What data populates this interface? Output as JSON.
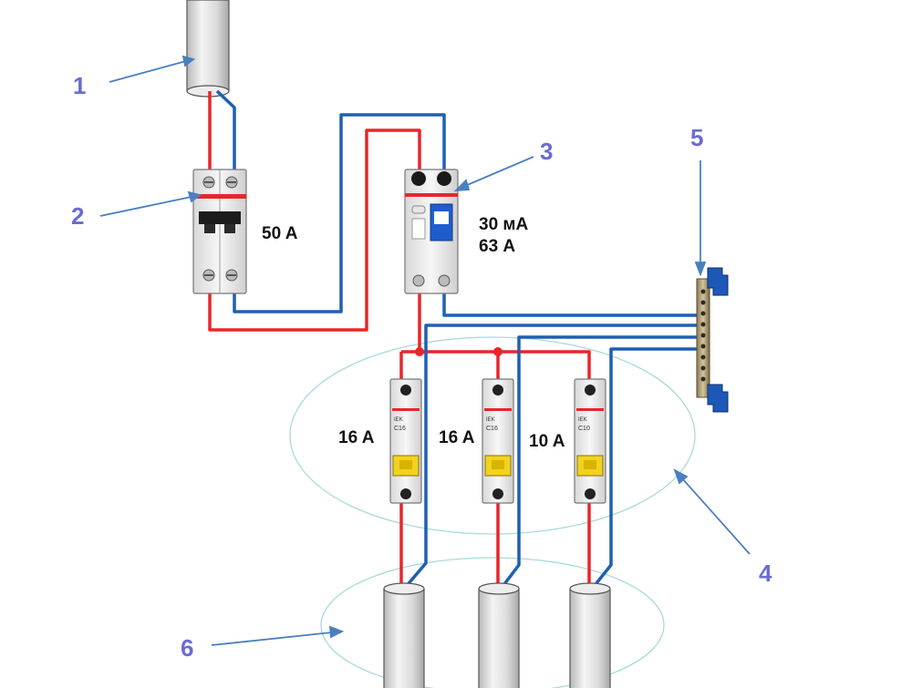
{
  "colors": {
    "phase_wire": "#e8262a",
    "neutral_wire": "#1f5fb3",
    "callout_text": "#6a6ad6",
    "pointer": "#4a7fc0",
    "group_ellipse": "#9fd6d8"
  },
  "callouts": {
    "c1": "1",
    "c2": "2",
    "c3": "3",
    "c4": "4",
    "c5": "5",
    "c6": "6"
  },
  "ratings": {
    "main_breaker": "50 A",
    "rcd_sensitivity": "30 мА",
    "rcd_current": "63 А",
    "branch_1": "16 A",
    "branch_2": "16 A",
    "branch_3": "10 A"
  },
  "device_marks": {
    "branch_brand": "IEK",
    "branch_1_curve": "C16",
    "branch_2_curve": "C16",
    "branch_3_curve": "C10"
  }
}
